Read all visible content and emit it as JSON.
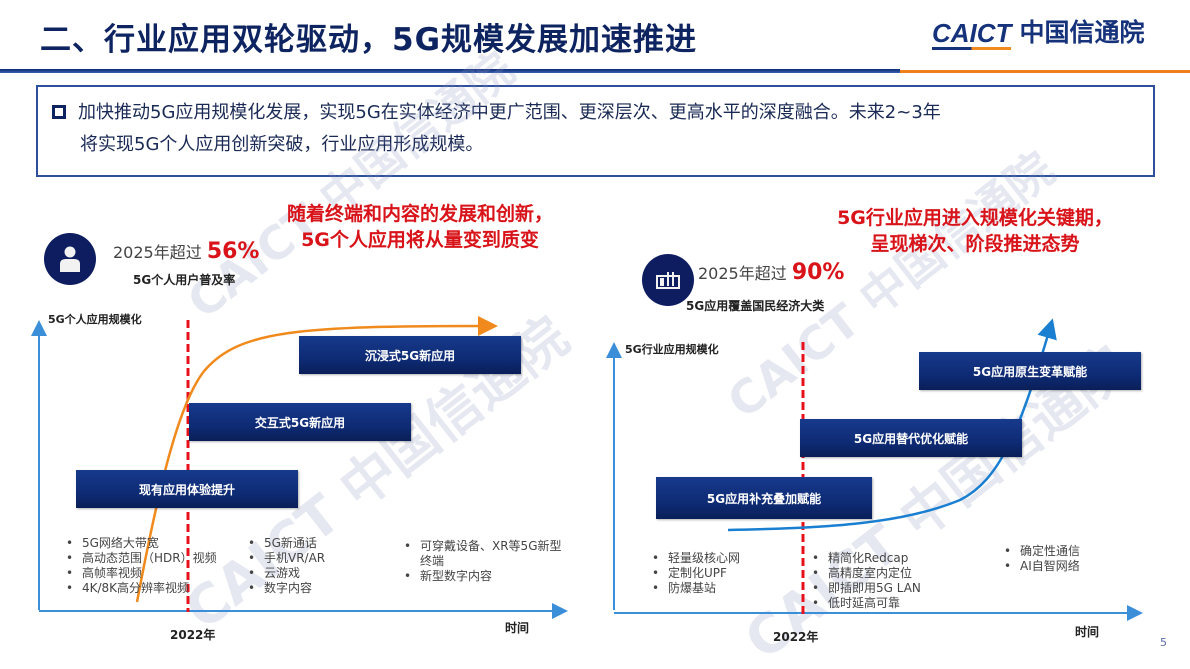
{
  "header": {
    "title": "二、行业应用双轮驱动，5G规模发展加速推进",
    "logo_en": "CAICT",
    "logo_cn": "中国信通院"
  },
  "intro": {
    "line1": "加快推动5G应用规模化发展，实现5G在实体经济中更广范围、更深层次、更高水平的深度融合。未来2~3年",
    "line2": "将实现5G个人应用创新突破，行业应用形成规模。"
  },
  "watermark": "CAICT 中国信通院",
  "left_panel": {
    "headline_line1": "随着终端和内容的发展和创新，",
    "headline_line2": "5G个人应用将从量变到质变",
    "icon": "person-icon",
    "stat_prefix": "2025年超过 ",
    "stat_value": "56%",
    "stat_caption": "5G个人用户普及率",
    "y_axis_label": "5G个人应用规模化",
    "x_axis_label": "时间",
    "year_marker": "2022年",
    "stages": [
      {
        "label": "现有应用体验提升"
      },
      {
        "label": "交互式5G新应用"
      },
      {
        "label": "沉浸式5G新应用"
      }
    ],
    "lists": [
      [
        "5G网络大带宽",
        "高动态范围（HDR）视频",
        "高帧率视频",
        "4K/8K高分辨率视频"
      ],
      [
        "5G新通话",
        "手机VR/AR",
        "云游戏",
        "数字内容"
      ],
      [
        "可穿戴设备、XR等5G新型终端",
        "新型数字内容"
      ]
    ],
    "curve_color": "#f08a1c"
  },
  "right_panel": {
    "headline_line1": "5G行业应用进入规模化关键期，",
    "headline_line2": "呈现梯次、阶段推进态势",
    "icon": "factory-icon",
    "stat_prefix": "2025年超过 ",
    "stat_value": "90%",
    "stat_caption": "5G应用覆盖国民经济大类",
    "y_axis_label": "5G行业应用规模化",
    "x_axis_label": "时间",
    "year_marker": "2022年",
    "stages": [
      {
        "label": "5G应用补充叠加赋能"
      },
      {
        "label": "5G应用替代优化赋能"
      },
      {
        "label": "5G应用原生变革赋能"
      }
    ],
    "lists": [
      [
        "轻量级核心网",
        "定制化UPF",
        "防爆基站"
      ],
      [
        "精简化Redcap",
        "高精度室内定位",
        "即插即用5G LAN",
        "低时延高可靠"
      ],
      [
        "确定性通信",
        "AI自智网络"
      ]
    ],
    "curve_color": "#1a7fd0"
  },
  "colors": {
    "navy": "#0e2461",
    "accent_red": "#d8141a",
    "accent_orange": "#f0801a",
    "axis_blue": "#3a8fd8"
  },
  "page_number": "5"
}
